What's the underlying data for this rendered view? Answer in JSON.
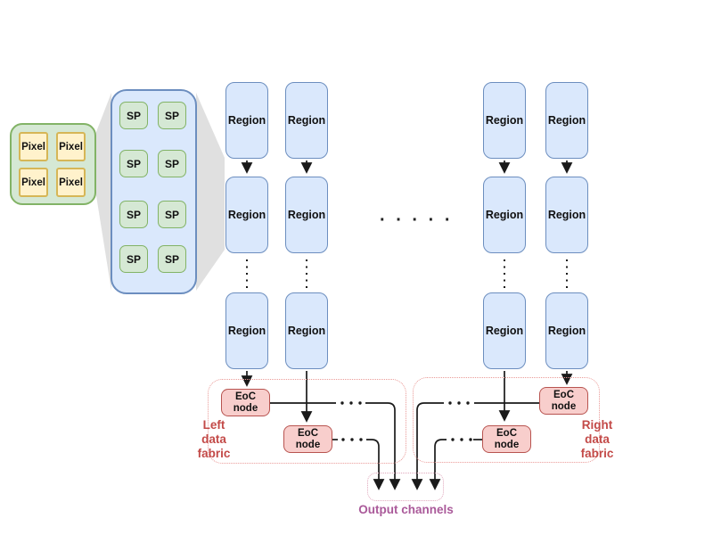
{
  "pixel_group": {
    "cells": [
      "Pixel",
      "Pixel",
      "Pixel",
      "Pixel"
    ]
  },
  "sp_group": {
    "cells": [
      "SP",
      "SP",
      "SP",
      "SP",
      "SP",
      "SP",
      "SP",
      "SP"
    ]
  },
  "regions": {
    "columns": [
      {
        "rows": [
          "Region",
          "Region",
          "Region"
        ]
      },
      {
        "rows": [
          "Region",
          "Region",
          "Region"
        ]
      },
      {
        "rows": [
          "Region",
          "Region",
          "Region"
        ]
      },
      {
        "rows": [
          "Region",
          "Region",
          "Region"
        ]
      }
    ],
    "ellipsis": "· · · · ·"
  },
  "fabrics": {
    "left": {
      "label": "Left data fabric",
      "nodes": [
        "EoC node",
        "EoC node"
      ]
    },
    "right": {
      "label": "Right data fabric",
      "nodes": [
        "EoC node",
        "EoC node"
      ]
    }
  },
  "output": {
    "label": "Output channels"
  },
  "colors": {
    "green_fill": "#d5e8d4",
    "green_border": "#82b366",
    "yellow_fill": "#fff2cc",
    "yellow_border": "#d6b656",
    "blue_fill": "#dae8fc",
    "blue_border": "#6c8ebf",
    "eoc_fill": "#f8cecc",
    "eoc_border": "#b85450",
    "fabric_dash": "#ea9a97",
    "fabric_label_color": "#c34a48",
    "output_dash": "#e0a7bc",
    "output_label_color": "#aa5a9a",
    "fan_gray": "#d8d8d8",
    "arrow": "#1a1a1a"
  }
}
